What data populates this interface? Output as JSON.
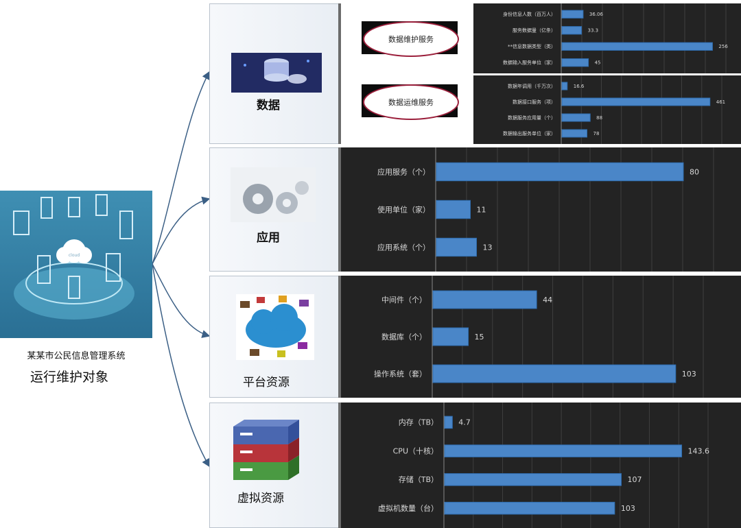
{
  "hero": {
    "caption_line1": "某某市公民信息管理系统",
    "caption_line2": "运行维护对象",
    "cloud_text": "cloud"
  },
  "panels": [
    {
      "label": "数据",
      "services": [
        "数据维护服务",
        "数据运维服务"
      ],
      "charts": [
        {
          "chart_data": {
            "type": "bar",
            "categories": [
              "身份信息人数（百万人）",
              "服务数据量（亿条）",
              "**信息数据类型（类）",
              "数据输入服务单位（家）"
            ],
            "values": [
              36.06,
              33.3,
              256,
              45
            ],
            "xlim": [
              0,
              280
            ],
            "grid": true
          },
          "value_labels": [
            "36.06",
            "33.3",
            "256",
            "45"
          ]
        },
        {
          "chart_data": {
            "type": "bar",
            "categories": [
              "数据年调用（千万次）",
              "数据接口服务（项）",
              "数据服务应用量（个）",
              "数据输出服务单位（家）"
            ],
            "values": [
              16.6,
              461,
              88,
              78
            ],
            "xlim": [
              0,
              500
            ],
            "grid": true
          },
          "value_labels": [
            "16.6",
            "461",
            "88",
            "78"
          ]
        }
      ]
    },
    {
      "label": "应用",
      "charts": [
        {
          "chart_data": {
            "type": "bar",
            "categories": [
              "应用服务（个）",
              "使用单位（家）",
              "应用系统（个）"
            ],
            "values": [
              80,
              11,
              13
            ],
            "xlim": [
              0,
              90
            ],
            "grid": true
          },
          "value_labels": [
            "80",
            "11",
            "13"
          ]
        }
      ]
    },
    {
      "label": "平台资源",
      "charts": [
        {
          "chart_data": {
            "type": "bar",
            "categories": [
              "中间件（个）",
              "数据库（个）",
              "操作系统（套）"
            ],
            "values": [
              44,
              15,
              103
            ],
            "xlim": [
              0,
              115
            ],
            "grid": true
          },
          "value_labels": [
            "44",
            "15",
            "103"
          ]
        }
      ]
    },
    {
      "label": "虚拟资源",
      "charts": [
        {
          "chart_data": {
            "type": "bar",
            "categories": [
              "内存（TB）",
              "CPU（十核）",
              "存储（TB）",
              "虚拟机数量（台）"
            ],
            "values": [
              4.7,
              143.6,
              107,
              103
            ],
            "xlim": [
              0,
              160
            ],
            "grid": true
          },
          "value_labels": [
            "4.7",
            "143.6",
            "107",
            "103"
          ]
        }
      ]
    }
  ],
  "colors": {
    "bar": "#4a86c8",
    "bar_edge": "#2f6db0",
    "chart_bg": "#232323",
    "grid": "#3f3f3f",
    "label_text": "#d8d8d8",
    "connector": "#3b5f85"
  }
}
